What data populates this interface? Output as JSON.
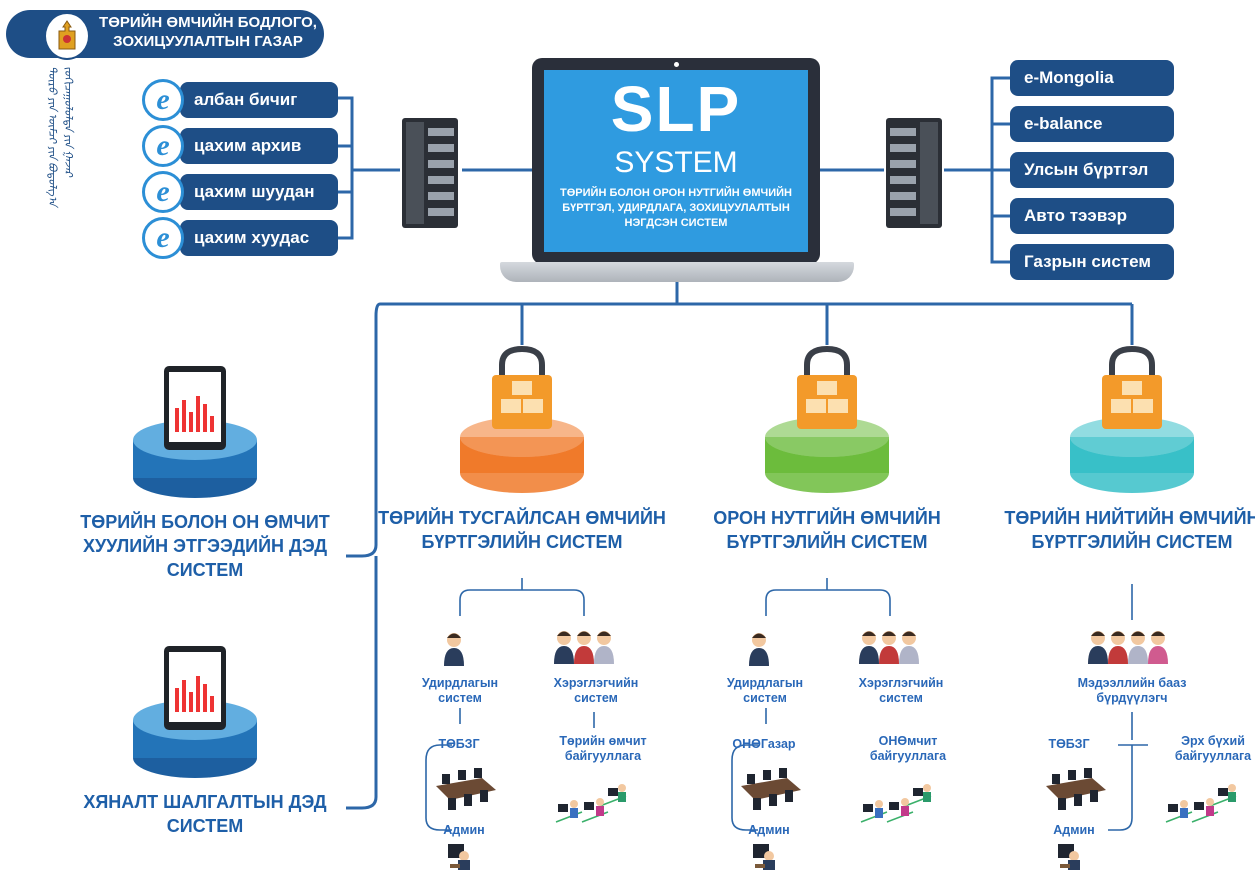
{
  "org": {
    "title": "ТӨРИЙН ӨМЧИЙН БОДЛОГО, ЗОХИЦУУЛАЛТЫН ГАЗАР",
    "mongol_script": "ᠲᠥᠷᠥ ᠶᠢᠨ ᠥᠮᠴᠢ ᠶᠢᠨ ᠪᠣᠳᠣᠯᠭ᠎ᠠ ᠵᠣᠬᠢᠴᠠᠭᠤᠯᠤᠯᠲᠠ ᠶᠢᠨ ᠭᠠᠵᠠᠷ"
  },
  "left_services": [
    {
      "label": "албан бичиг",
      "icon": "e-icon"
    },
    {
      "label": "цахим архив",
      "icon": "e-icon"
    },
    {
      "label": "цахим шуудан",
      "icon": "e-icon"
    },
    {
      "label": "цахим хуудас",
      "icon": "e-icon"
    }
  ],
  "right_services": [
    "e-Mongolia",
    "e-balance",
    "Улсын бүртгэл",
    "Авто тээвэр",
    "Газрын систем"
  ],
  "core": {
    "title": "SLP",
    "subtitle": "SYSTEM",
    "description": "ТӨРИЙН БОЛОН ОРОН НУТГИЙН ӨМЧИЙН БҮРТГЭЛ, УДИРДЛАГА, ЗОХИЦУУЛАЛТЫН НЭГДСЭН СИСТЕМ"
  },
  "subsystems_left": [
    {
      "title": "ТӨРИЙН БОЛОН ОН ӨМЧИТ ХУУЛИЙН ЭТГЭЭДИЙН ДЭД СИСТЕМ"
    },
    {
      "title": "ХЯНАЛТ ШАЛГАЛТЫН ДЭД СИСТЕМ"
    }
  ],
  "registries": [
    {
      "title": "ТӨРИЙН ТУСГАЙЛСАН ӨМЧИЙН БҮРТГЭЛИЙН СИСТЕМ",
      "color": "#f07a2a",
      "roles": [
        "Удирдлагын систем",
        "Хэрэглэгчийн систем"
      ],
      "sub_left": "ТӨБЗГ",
      "sub_right": "Төрийн өмчит байгууллага",
      "admin": "Админ"
    },
    {
      "title": "ОРОН НУТГИЙН ӨМЧИЙН БҮРТГЭЛИЙН СИСТЕМ",
      "color": "#6cbc3c",
      "roles": [
        "Удирдлагын систем",
        "Хэрэглэгчийн систем"
      ],
      "sub_left": "ОНӨГазар",
      "sub_right": "ОНӨмчит байгууллага",
      "admin": "Админ"
    },
    {
      "title": "ТӨРИЙН НИЙТИЙН ӨМЧИЙН БҮРТГЭЛИЙН СИСТЕМ",
      "color": "#38c0c8",
      "roles": [
        "Мэдээллийн бааз бүрдүүлэгч"
      ],
      "sub_left": "ТӨБЗГ",
      "sub_right": "Эрх бүхий байгууллага",
      "admin": "Админ"
    }
  ],
  "colors": {
    "navy": "#1e4e86",
    "line": "#2d67a8",
    "title_blue": "#1e5fa8",
    "screen": "#2f9be0"
  }
}
